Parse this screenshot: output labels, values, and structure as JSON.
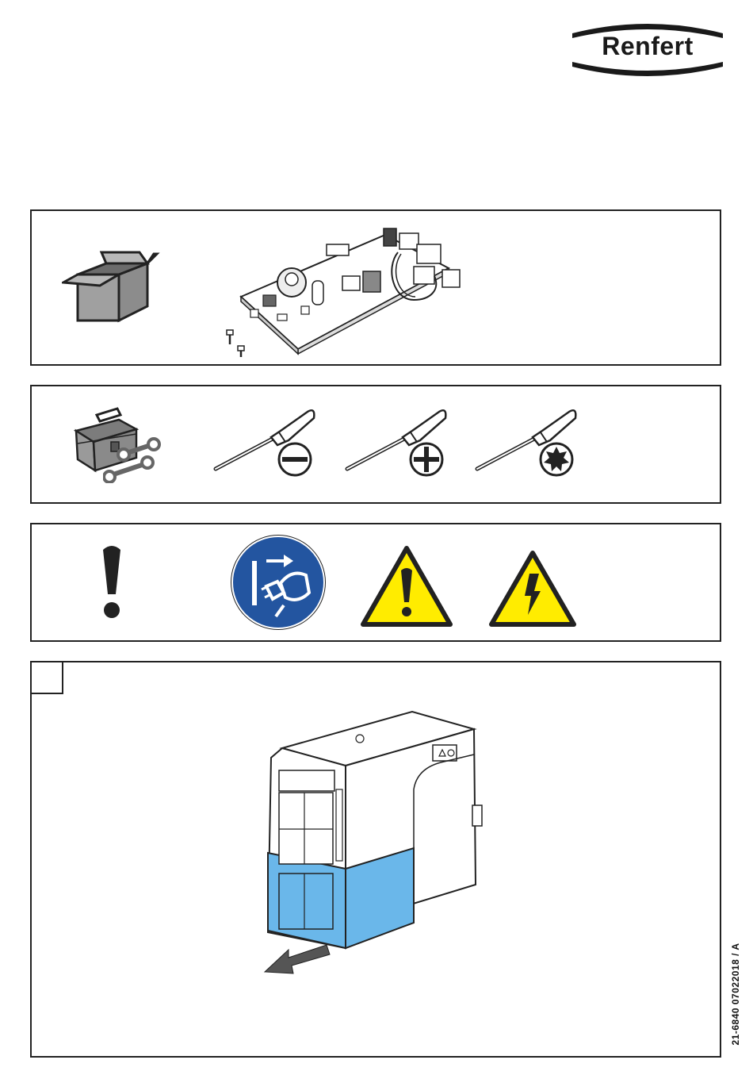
{
  "brand": {
    "name": "Renfert"
  },
  "footer": {
    "document_code": "21-6840  07022018 / A"
  },
  "panels": {
    "parts": {
      "icons": [
        "package-box-icon",
        "pcb-board-icon",
        "screw-icon"
      ]
    },
    "tools": {
      "icons": [
        "toolbox-icon",
        "wrench-icon",
        "slotted-screwdriver-icon",
        "phillips-screwdriver-icon",
        "torx-screwdriver-icon"
      ]
    },
    "safety": {
      "icons": [
        "exclamation-icon",
        "disconnect-mains-plug-icon",
        "general-warning-icon",
        "electrical-hazard-icon"
      ]
    },
    "figure": {
      "icons": [
        "device-illustration",
        "pull-direction-arrow-icon"
      ]
    }
  },
  "colors": {
    "sign_blue": "#2355a0",
    "warning_yellow": "#ffec00",
    "device_blue": "#6ab7ea",
    "box_gray": "#a0a0a0"
  }
}
